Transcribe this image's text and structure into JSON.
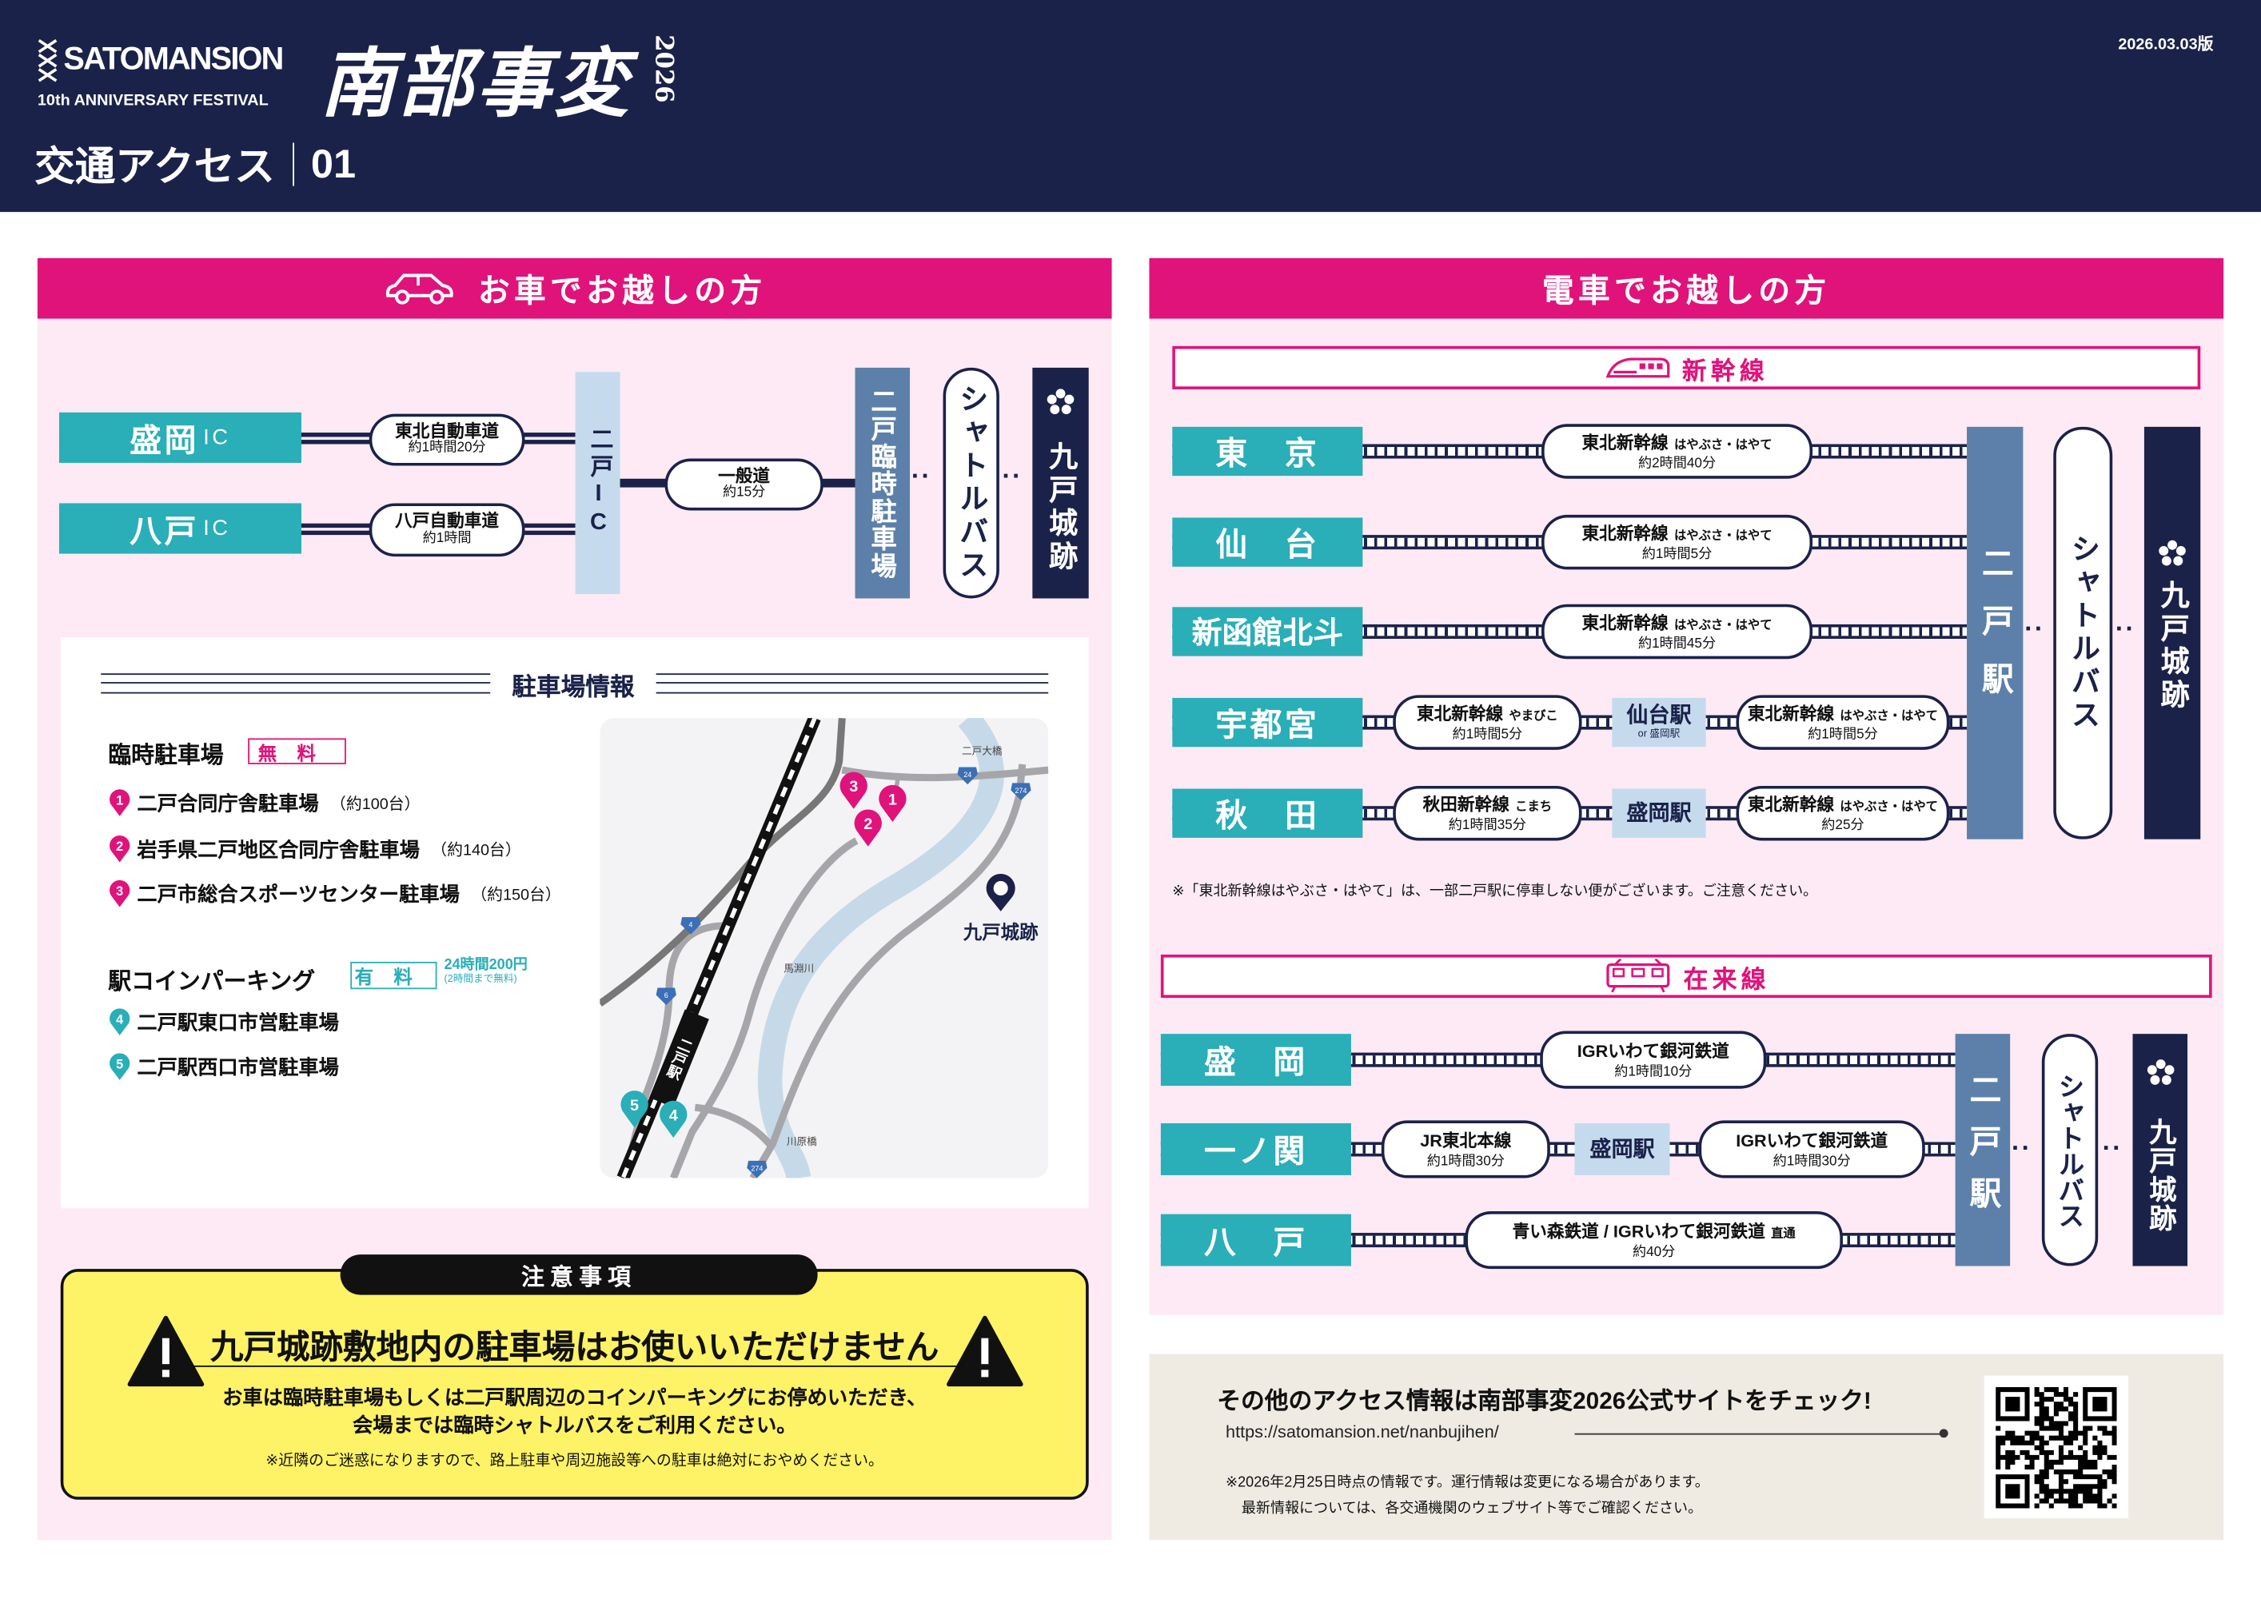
{
  "header": {
    "logo_wordmark": "SATOMANSION",
    "logo_subtitle": "10th ANNIVERSARY FESTIVAL",
    "festival_title": "南部事変",
    "festival_year": "2026",
    "page_title": "交通アクセス",
    "page_number": "01",
    "edition_date": "2026.03.03版"
  },
  "car": {
    "title": "お車でお越しの方",
    "origins": [
      {
        "name": "盛岡",
        "suffix": "IC",
        "road": "東北自動車道",
        "time": "約1時間20分"
      },
      {
        "name": "八戸",
        "suffix": "IC",
        "road": "八戸自動車道",
        "time": "約1時間"
      }
    ],
    "junction": "二戸IC",
    "local_road": {
      "road": "一般道",
      "time": "約15分"
    },
    "parking_stop": "二戸臨時駐車場",
    "shuttle": "シャトルバス",
    "destination": "九戸城跡"
  },
  "parking": {
    "heading": "駐車場情報",
    "temporary": {
      "title": "臨時駐車場",
      "badge": "無料",
      "items": [
        {
          "num": "1",
          "name": "二戸合同庁舎駐車場",
          "capacity": "（約100台）"
        },
        {
          "num": "2",
          "name": "岩手県二戸地区合同庁舎駐車場",
          "capacity": "（約140台）"
        },
        {
          "num": "3",
          "name": "二戸市総合スポーツセンター駐車場",
          "capacity": "（約150台）"
        }
      ]
    },
    "coin": {
      "title": "駅コインパーキング",
      "badge": "有料",
      "price": "24時間200円",
      "price_note": "(2時間まで無料)",
      "items": [
        {
          "num": "4",
          "name": "二戸駅東口市営駐車場"
        },
        {
          "num": "5",
          "name": "二戸駅西口市営駐車場"
        }
      ]
    },
    "map": {
      "station": "二戸駅",
      "castle": "九戸城跡",
      "river": "馬淵川",
      "bridge_north": "二戸大橋",
      "bridge_south": "川原橋",
      "routes": [
        "24",
        "274",
        "4",
        "6",
        "274"
      ],
      "pins": [
        "1",
        "2",
        "3",
        "4",
        "5"
      ]
    }
  },
  "notice": {
    "tab": "注意事項",
    "headline": "九戸城跡敷地内の駐車場はお使いいただけません",
    "body_line1": "お車は臨時駐車場もしくは二戸駅周辺のコインパーキングにお停めいただき、",
    "body_line2": "会場までは臨時シャトルバスをご利用ください。",
    "small": "※近隣のご迷惑になりますので、路上駐車や周辺施設等への駐車は絶対におやめください。"
  },
  "train": {
    "title": "電車でお越しの方",
    "shinkansen_label": "新幹線",
    "shinkansen": [
      {
        "station": "東　京",
        "legs": [
          {
            "line": "東北新幹線",
            "train": "はやぶさ・はやて",
            "time": "約2時間40分"
          }
        ]
      },
      {
        "station": "仙　台",
        "legs": [
          {
            "line": "東北新幹線",
            "train": "はやぶさ・はやて",
            "time": "約1時間5分"
          }
        ]
      },
      {
        "station": "新函館北斗",
        "legs": [
          {
            "line": "東北新幹線",
            "train": "はやぶさ・はやて",
            "time": "約1時間45分"
          }
        ]
      },
      {
        "station": "宇都宮",
        "transfer": {
          "name": "仙台駅",
          "sub": "or 盛岡駅"
        },
        "legs": [
          {
            "line": "東北新幹線",
            "train": "やまびこ",
            "time": "約1時間5分"
          },
          {
            "line": "東北新幹線",
            "train": "はやぶさ・はやて",
            "time": "約1時間5分"
          }
        ]
      },
      {
        "station": "秋　田",
        "transfer": {
          "name": "盛岡駅"
        },
        "legs": [
          {
            "line": "秋田新幹線",
            "train": "こまち",
            "time": "約1時間35分"
          },
          {
            "line": "東北新幹線",
            "train": "はやぶさ・はやて",
            "time": "約25分"
          }
        ]
      }
    ],
    "shinkansen_note": "※「東北新幹線はやぶさ・はやて」は、一部二戸駅に停車しない便がございます。ご注意ください。",
    "local_label": "在来線",
    "local": [
      {
        "station": "盛　岡",
        "legs": [
          {
            "line": "IGRいわて銀河鉄道",
            "time": "約1時間10分"
          }
        ]
      },
      {
        "station": "一ノ関",
        "transfer": {
          "name": "盛岡駅"
        },
        "legs": [
          {
            "line": "JR東北本線",
            "time": "約1時間30分"
          },
          {
            "line": "IGRいわて銀河鉄道",
            "time": "約1時間30分"
          }
        ]
      },
      {
        "station": "八　戸",
        "legs": [
          {
            "line": "青い森鉄道 / IGRいわて銀河鉄道",
            "train": "直通",
            "time": "約40分"
          }
        ]
      }
    ],
    "hub": "二戸駅",
    "shuttle": "シャトルバス",
    "destination": "九戸城跡"
  },
  "info": {
    "heading": "その他のアクセス情報は南部事変2026公式サイトをチェック!",
    "url": "https://satomansion.net/nanbujihen/",
    "note1": "※2026年2月25日時点の情報です。運行情報は変更になる場合があります。",
    "note2": "最新情報については、各交通機関のウェブサイト等でご確認ください。"
  },
  "colors": {
    "navy": "#1b2249",
    "magenta": "#e0137b",
    "teal": "#2aaeb8",
    "steel": "#5c80a9",
    "light_blue": "#c5daed",
    "pink_bg": "#fdeaf4",
    "yellow": "#fef266",
    "beige": "#efebe3"
  }
}
